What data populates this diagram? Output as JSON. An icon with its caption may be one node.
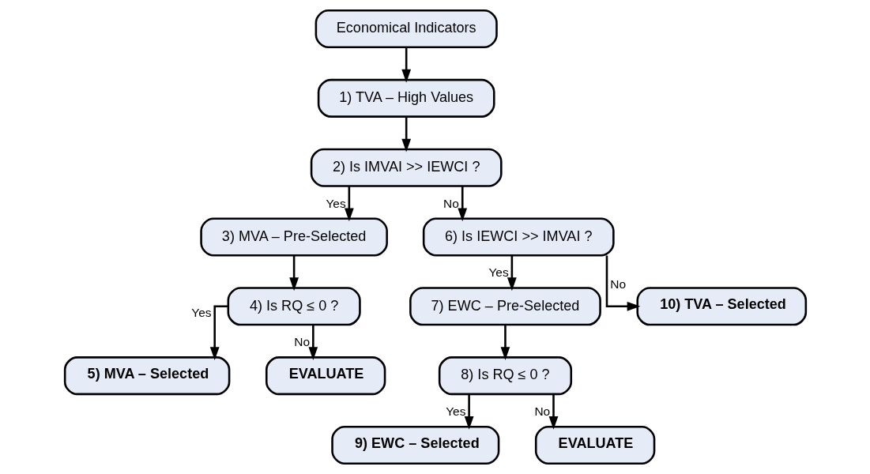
{
  "diagram": {
    "nodes": [
      {
        "text": [
          "Economical Indicators"
        ]
      },
      {
        "text": [
          "1) TVA – High Values"
        ]
      },
      {
        "text": [
          "2) Is IMVAI >> IEWCI ?"
        ]
      },
      {
        "text": [
          "3) MVA – Pre-Selected"
        ]
      },
      {
        "text": [
          "6) Is IEWCI >> IMVAI ?"
        ]
      },
      {
        "text": [
          "4) Is RQ ≤ 0 ?"
        ]
      },
      {
        "text": [
          "7) EWC – Pre-Selected"
        ]
      },
      {
        "text": [
          "10) TVA – Selected"
        ]
      },
      {
        "text": [
          "5) MVA – Selected"
        ]
      },
      {
        "text": [
          "EVALUATE"
        ]
      },
      {
        "text": [
          "8) Is RQ ≤ 0 ?"
        ]
      },
      {
        "text": [
          "9) EWC – Selected"
        ]
      },
      {
        "text": [
          "EVALUATE"
        ]
      }
    ],
    "edges": [
      {
        "from": 0,
        "to": 1,
        "arrow": "to"
      },
      {
        "from": 1,
        "to": 2,
        "arrow": "to"
      },
      {
        "from": 2,
        "to": 3,
        "arrow": "to",
        "label": "Yes"
      },
      {
        "from": 2,
        "to": 4,
        "arrow": "to",
        "label": "No"
      },
      {
        "from": 3,
        "to": 5,
        "arrow": "to"
      },
      {
        "from": 5,
        "to": 8,
        "arrow": "to",
        "label": "Yes"
      },
      {
        "from": 5,
        "to": 9,
        "arrow": "to",
        "label": "No"
      },
      {
        "from": 4,
        "to": 6,
        "arrow": "to",
        "label": "Yes"
      },
      {
        "from": 4,
        "to": 7,
        "arrow": "to",
        "label": "No"
      },
      {
        "from": 6,
        "to": 10,
        "arrow": "to"
      },
      {
        "from": 10,
        "to": 11,
        "arrow": "to",
        "label": "Yes"
      },
      {
        "from": 10,
        "to": 12,
        "arrow": "to",
        "label": "No"
      }
    ]
  }
}
